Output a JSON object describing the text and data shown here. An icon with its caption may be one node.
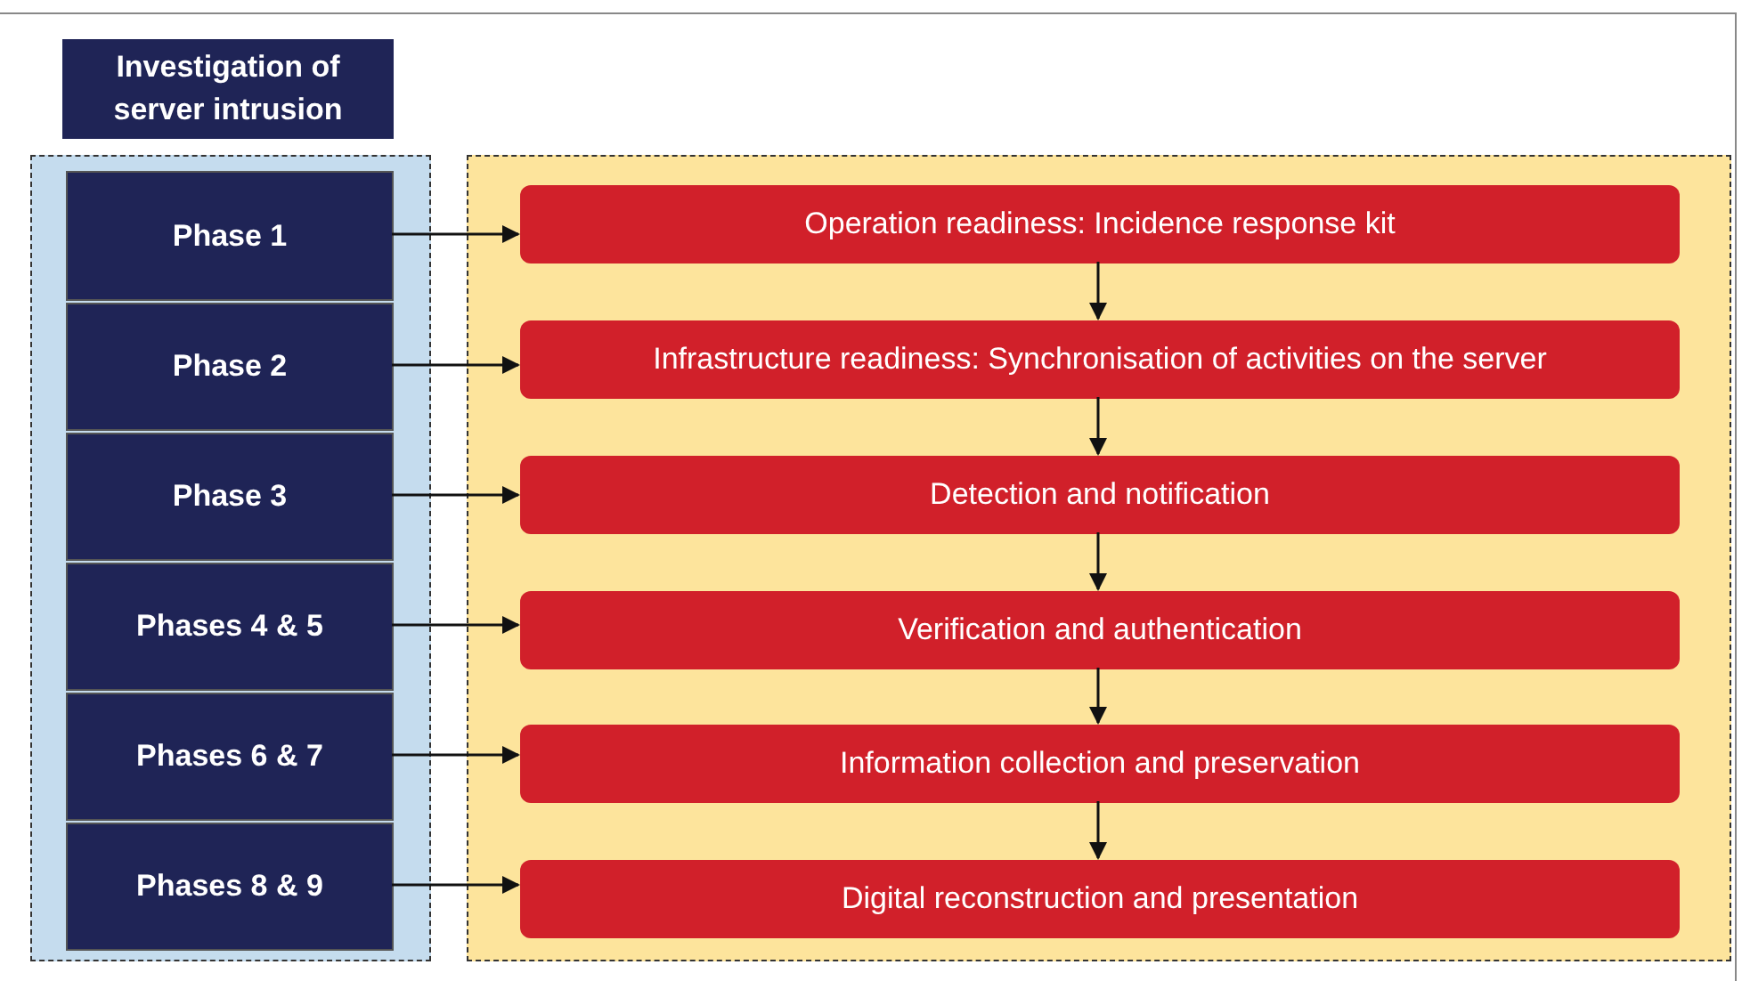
{
  "diagram": {
    "nodes": [
      {
        "text": [
          "Investigation of server intrusion"
        ]
      },
      {
        "text": [],
        "shape": "box"
      },
      {
        "text": [
          "Phase 1"
        ],
        "in": 1
      },
      {
        "text": [
          "Phase 2"
        ],
        "in": 1
      },
      {
        "text": [
          "Phase 3"
        ],
        "in": 1
      },
      {
        "text": [
          "Phases 4 & 5"
        ],
        "in": 1
      },
      {
        "text": [
          "Phases 6 & 7"
        ],
        "in": 1
      },
      {
        "text": [
          "Phases 8 & 9"
        ],
        "in": 1
      },
      {
        "text": [],
        "shape": "box"
      },
      {
        "text": [
          "Operation readiness: Incidence response kit"
        ],
        "in": 8
      },
      {
        "text": [
          "Infrastructure readiness: Synchronisation of activities on the server"
        ],
        "in": 8
      },
      {
        "text": [
          "Detection and notification"
        ],
        "in": 8
      },
      {
        "text": [
          "Verification and authentication"
        ],
        "in": 8
      },
      {
        "text": [
          "Information collection and preservation"
        ],
        "in": 8
      },
      {
        "text": [
          "Digital reconstruction and presentation"
        ],
        "in": 8
      }
    ],
    "edges": [
      {
        "from": 2,
        "to": 9,
        "arrow": "to"
      },
      {
        "from": 9,
        "to": 10,
        "arrow": "to"
      },
      {
        "from": 3,
        "to": 10,
        "arrow": "to"
      },
      {
        "from": 10,
        "to": 11,
        "arrow": "to"
      },
      {
        "from": 4,
        "to": 11,
        "arrow": "to"
      },
      {
        "from": 11,
        "to": 12,
        "arrow": "to"
      },
      {
        "from": 5,
        "to": 12,
        "arrow": "to"
      },
      {
        "from": 12,
        "to": 13,
        "arrow": "to"
      },
      {
        "from": 6,
        "to": 13,
        "arrow": "to"
      },
      {
        "from": 13,
        "to": 14,
        "arrow": "to"
      },
      {
        "from": 7,
        "to": 14,
        "arrow": "to"
      }
    ]
  }
}
